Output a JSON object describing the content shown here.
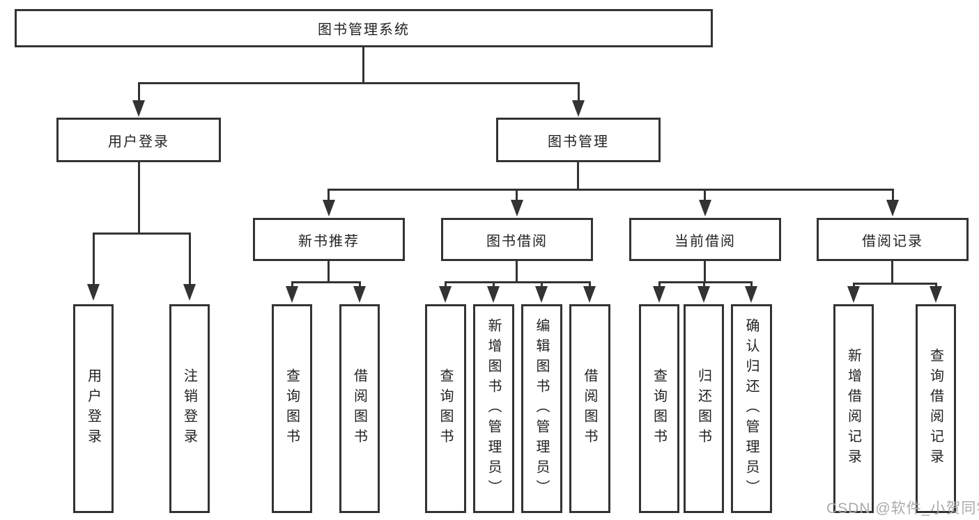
{
  "diagram": {
    "root": {
      "label": "图书管理系统"
    },
    "level2": [
      {
        "label": "用户登录"
      },
      {
        "label": "图书管理"
      }
    ],
    "level3": [
      {
        "label": "新书推荐"
      },
      {
        "label": "图书借阅"
      },
      {
        "label": "当前借阅"
      },
      {
        "label": "借阅记录"
      }
    ],
    "leaves": {
      "user": [
        "用户登录",
        "注销登录"
      ],
      "newbook": [
        "查询图书",
        "借阅图书"
      ],
      "borrow": [
        "查询图书",
        "新增图书（管理员）",
        "编辑图书（管理员）",
        "借阅图书"
      ],
      "current": [
        "查询图书",
        "归还图书",
        "确认归还（管理员）"
      ],
      "record": [
        "新增借阅记录",
        "查询借阅记录"
      ]
    },
    "watermark": "CSDN @软件_小贺同学",
    "colors": {
      "line": "#333333",
      "text": "#222222",
      "watermark": "#aaaaaa",
      "background": "#ffffff"
    }
  }
}
